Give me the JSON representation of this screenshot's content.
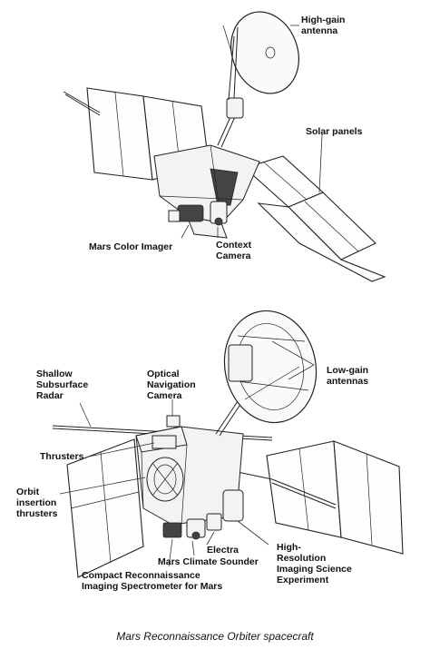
{
  "top_view": {
    "labels": {
      "high_gain_antenna": "High-gain\nantenna",
      "solar_panels": "Solar panels",
      "mars_color_imager": "Mars Color Imager",
      "context_camera": "Context\nCamera"
    }
  },
  "bottom_view": {
    "labels": {
      "low_gain_antennas": "Low-gain\nantennas",
      "shallow_subsurface_radar": "Shallow\nSubsurface\nRadar",
      "optical_navigation_camera": "Optical\nNavigation\nCamera",
      "thrusters": "Thrusters",
      "orbit_insertion_thrusters": "Orbit\ninsertion\nthrusters",
      "electra": "Electra",
      "mars_climate_sounder": "Mars Climate Sounder",
      "crism": "Compact Reconnaissance\nImaging Spectrometer for Mars",
      "hirise": "High-\nResolution\nImaging Science\nExperiment"
    }
  },
  "caption": "Mars Reconnaissance Orbiter spacecraft"
}
